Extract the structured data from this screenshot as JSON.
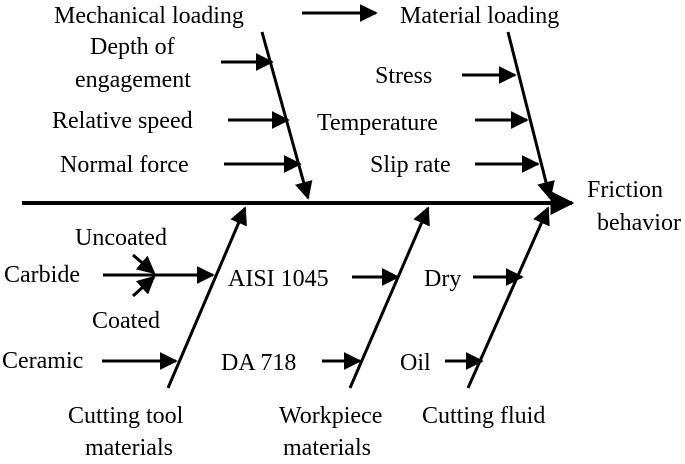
{
  "diagram": {
    "effect": {
      "line1": "Friction",
      "line2": "behavior"
    },
    "top_left_category": "Mechanical loading",
    "top_right_category": "Material loading",
    "causes_mechanical": {
      "depth_line1": "Depth of",
      "depth_line2": "engagement",
      "relative_speed": "Relative speed",
      "normal_force": "Normal force"
    },
    "causes_material": {
      "stress": "Stress",
      "temperature": "Temperature",
      "slip_rate": "Slip rate"
    },
    "tool_materials": {
      "title_line1": "Cutting tool",
      "title_line2": "materials",
      "carbide": "Carbide",
      "uncoated": "Uncoated",
      "coated": "Coated",
      "ceramic": "Ceramic"
    },
    "workpiece_materials": {
      "title_line1": "Workpiece",
      "title_line2": "materials",
      "aisi": "AISI 1045",
      "da": "DA 718"
    },
    "cutting_fluid": {
      "title": "Cutting fluid",
      "dry": "Dry",
      "oil": "Oil"
    }
  }
}
